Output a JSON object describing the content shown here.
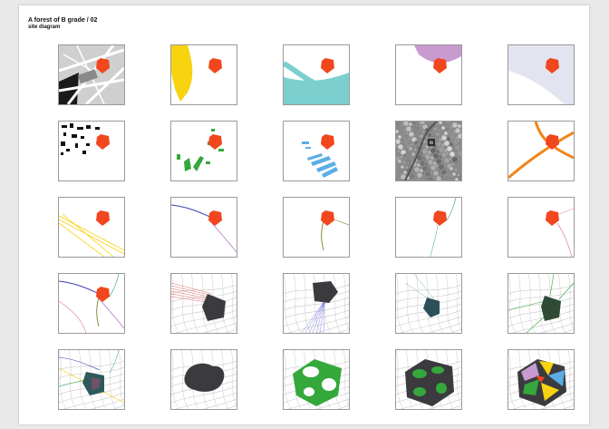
{
  "header": {
    "title": "A forest of B grade / 02",
    "subtitle": "site diagram"
  },
  "colors": {
    "site": "#f1461e",
    "yellow": "#f7d310",
    "teal": "#7ccfcf",
    "purple": "#c79bd0",
    "lavender": "#e2e4ef",
    "green": "#35a83c",
    "blue": "#5aaee6",
    "orange": "#f3841a",
    "dark": "#3b3b3f"
  },
  "tiles": [
    {
      "motif": "aerial-urban-map"
    },
    {
      "motif": "yellow-region"
    },
    {
      "motif": "teal-region"
    },
    {
      "motif": "purple-region"
    },
    {
      "motif": "lavender-region"
    },
    {
      "motif": "black-building-figure-ground"
    },
    {
      "motif": "green-patches"
    },
    {
      "motif": "blue-blocks"
    },
    {
      "motif": "gray-aerial-photo"
    },
    {
      "motif": "orange-routes"
    },
    {
      "motif": "yellow-lines"
    },
    {
      "motif": "blue-purple-lines"
    },
    {
      "motif": "olive-line"
    },
    {
      "motif": "teal-line"
    },
    {
      "motif": "pink-line"
    },
    {
      "motif": "multi-line-overlay"
    },
    {
      "motif": "dark-pentagon-grid"
    },
    {
      "motif": "dark-blob-hatched"
    },
    {
      "motif": "teal-pentagon-grid"
    },
    {
      "motif": "green-pentagon-grid"
    },
    {
      "motif": "overlay-composite"
    },
    {
      "motif": "dark-blob-map"
    },
    {
      "motif": "green-curved-forest"
    },
    {
      "motif": "dark-green-forest"
    },
    {
      "motif": "multicolor-forest"
    }
  ]
}
